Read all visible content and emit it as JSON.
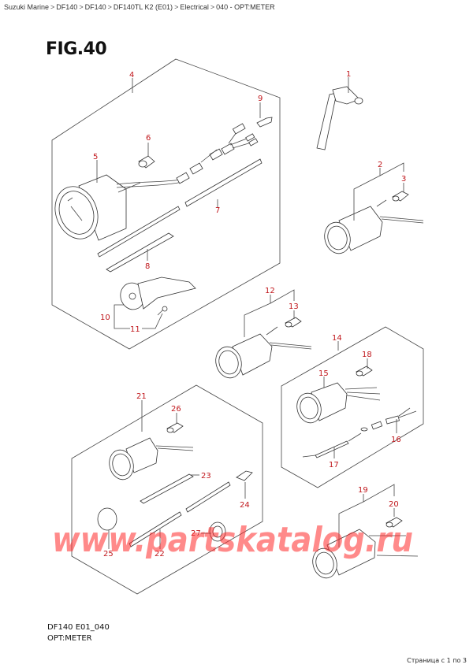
{
  "breadcrumb": {
    "items": [
      "Suzuki Marine",
      "DF140",
      "DF140",
      "DF140TL K2 (E01)",
      "Electrical",
      "040 - OPT:METER"
    ],
    "separator": ">"
  },
  "figure": {
    "title": "FIG.40",
    "code": "DF140 E01_040",
    "name": "OPT:METER"
  },
  "callouts": {
    "c1": "1",
    "c2": "2",
    "c3": "3",
    "c4": "4",
    "c5": "5",
    "c6": "6",
    "c7": "7",
    "c8": "8",
    "c9": "9",
    "c10": "10",
    "c11": "11",
    "c12": "12",
    "c13": "13",
    "c14": "14",
    "c15": "15",
    "c16": "16",
    "c17": "17",
    "c18": "18",
    "c19": "19",
    "c20": "20",
    "c21": "21",
    "c22": "22",
    "c23": "23",
    "c24": "24",
    "c25": "25",
    "c26": "26",
    "c27": "27"
  },
  "watermark": {
    "text": "www.partskatalog.ru",
    "color": "#ff2a2a"
  },
  "pager": {
    "text": "Страница с 1 по 3"
  },
  "colors": {
    "callout": "#c0161b",
    "line": "#444444"
  }
}
